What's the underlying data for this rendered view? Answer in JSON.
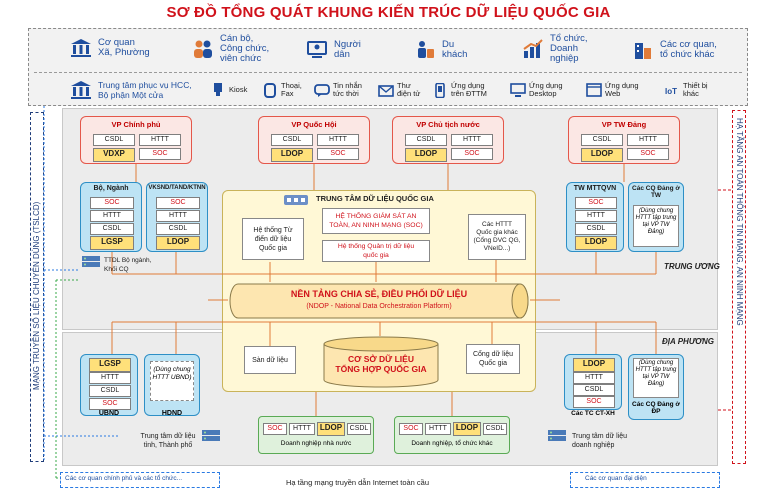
{
  "title": "SƠ ĐỒ TỔNG QUÁT KHUNG KIẾN TRÚC DỮ LIỆU QUỐC GIA",
  "actors": [
    {
      "label": "Cơ quan\nXã, Phường",
      "icon": "government-building-icon"
    },
    {
      "label": "Cán bộ,\nCông chức,\nviên chức",
      "icon": "officials-icon"
    },
    {
      "label": "Người\ndân",
      "icon": "citizen-computer-icon"
    },
    {
      "label": "Du\nkhách",
      "icon": "tourist-suitcase-icon"
    },
    {
      "label": "Tổ chức,\nDoanh\nnghiệp",
      "icon": "enterprise-chart-icon"
    },
    {
      "label": "Các cơ quan,\ntổ chức khác",
      "icon": "office-buildings-icon"
    }
  ],
  "services": {
    "hcc": "Trung tâm phục vụ HCC,\nBộ phận Một cửa",
    "items": [
      {
        "label": "Kiosk",
        "icon": "kiosk-icon"
      },
      {
        "label": "Thoại,\nFax",
        "icon": "phone-icon"
      },
      {
        "label": "Tin nhắn\ntức thời",
        "icon": "chat-icon"
      },
      {
        "label": "Thư\nđiện tử",
        "icon": "email-icon"
      },
      {
        "label": "Ứng dụng\ntrên ĐTTM",
        "icon": "mobile-app-icon"
      },
      {
        "label": "Ứng dụng\nDesktop",
        "icon": "desktop-icon"
      },
      {
        "label": "Ứng dụng\nWeb",
        "icon": "web-icon"
      },
      {
        "label": "Thiết bị\nkhác",
        "icon": "iot-icon"
      }
    ]
  },
  "side": {
    "left_vertical": "MẠNG TRUYỀN SỐ LIỆU CHUYÊN DÙNG (TSLCD)",
    "right_vertical": "HẠ TẦNG AN TOÀN THÔNG TIN MẠNG, AN NINH MẠNG"
  },
  "vp": [
    {
      "title": "VP Chính phủ",
      "cells": [
        "CSDL",
        "HTTT",
        "VDXP",
        "SOC"
      ]
    },
    {
      "title": "VP Quốc Hội",
      "cells": [
        "CSDL",
        "HTTT",
        "LDOP",
        "SOC"
      ]
    },
    {
      "title": "VP Chủ tịch nước",
      "cells": [
        "CSDL",
        "HTTT",
        "LDOP",
        "SOC"
      ]
    },
    {
      "title": "VP TW Đảng",
      "cells": [
        "CSDL",
        "HTTT",
        "LDOP",
        "SOC"
      ]
    }
  ],
  "central": {
    "bonganh": {
      "title": "Bộ, Ngành",
      "cells": [
        "SOC",
        "HTTT",
        "CSDL",
        "LGSP"
      ]
    },
    "vksnd": {
      "title": "VKSND/TAND/KTNN",
      "cells": [
        "SOC",
        "HTTT",
        "CSDL",
        "LDOP"
      ]
    },
    "mttq": {
      "title": "TW MTTQVN",
      "cells": [
        "SOC",
        "HTTT",
        "CSDL",
        "LDOP"
      ]
    },
    "cqdang": {
      "title": "Các CQ Đảng ở TW",
      "note": "(Dùng chung HTTT tập trung tại VP TW Đảng)"
    },
    "ttdl": "TTDL Bộ ngành,\nKhối CQ",
    "level": "TRUNG ƯƠNG"
  },
  "center": {
    "title": "TRUNG TÂM DỮ LIỆU QUỐC GIA",
    "tudien": "Hệ thống Từ\nđiển dữ liệu\nQuốc gia",
    "soc": "HỆ THỐNG GIÁM SÁT AN\nTOÀN, AN NINH MẠNG (SOC)",
    "quantri": "Hệ thống Quản trị dữ liệu\nquốc gia",
    "httt": "Các HTTT\nQuốc gia khác\n(Cổng DVC QG,\nVNeID...)",
    "ndop_title": "NỀN TẢNG CHIA SẺ, ĐIỀU PHỐI DỮ LIỆU",
    "ndop_sub": "(NDOP - National Data Orchestration Platform)",
    "san": "Sàn dữ liệu",
    "csdl": "CƠ SỞ DỮ LIỆU\nTỔNG HỢP QUỐC GIA",
    "cong": "Cổng dữ liệu\nQuốc gia"
  },
  "local": {
    "level": "ĐỊA PHƯƠNG",
    "ubnd": {
      "title": "UBND",
      "cells": [
        "LGSP",
        "HTTT",
        "CSDL",
        "SOC"
      ]
    },
    "hdnd": {
      "title": "HDND",
      "note": "(Dùng chung HTTT UBND)"
    },
    "mttq": {
      "title": "Các TC CT-XH",
      "cells": [
        "LDOP",
        "HTTT",
        "CSDL",
        "SOC"
      ]
    },
    "cqdang": {
      "title": "Các CQ Đảng ở ĐP",
      "note": "(Dùng chung HTTT tập trung tại VP TW Đảng)"
    },
    "ttdl_tinh": "Trung tâm dữ liệu\ntỉnh, Thành phố",
    "ttdl_dn": "Trung tâm dữ liệu\ndoanh nghiệp",
    "dnnn": {
      "title": "Doanh nghiệp nhà nước",
      "cells": [
        "SOC",
        "HTTT",
        "LDOP",
        "CSDL"
      ]
    },
    "dntc": {
      "title": "Doanh nghiệp, tổ chức khác",
      "cells": [
        "SOC",
        "HTTT",
        "LDOP",
        "CSDL"
      ]
    }
  },
  "bottom": {
    "left": "Các cơ quan chính phủ và các tổ chức...",
    "mid": "Hạ tầng mạng truyền dẫn Internet toàn cầu",
    "right": "Các cơ quan đại diện"
  },
  "colors": {
    "red": "#d0121b",
    "blue": "#2d8fc6",
    "green": "#5aaa55",
    "orange": "#e07b39"
  }
}
